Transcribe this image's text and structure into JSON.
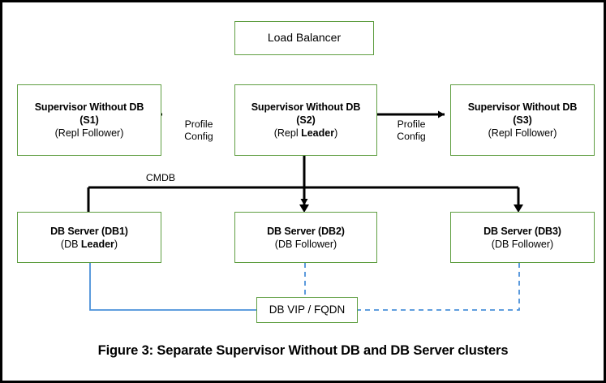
{
  "figure": {
    "caption": "Figure 3: Separate Supervisor Without DB and DB Server clusters",
    "border_color": "#000000",
    "box_border_color": "#5f9e41",
    "solid_link_color": "#000000",
    "blue_link_color": "#4a90d9",
    "background": "#ffffff"
  },
  "nodes": {
    "load_balancer": {
      "label": "Load Balancer"
    },
    "s1": {
      "title": "Supervisor Without DB",
      "id": "(S1)",
      "role_prefix": "(Repl ",
      "role_bold": "Follower",
      "role_suffix": ")",
      "role_full": "(Repl Follower)"
    },
    "s2": {
      "title": "Supervisor Without DB",
      "id": "(S2)",
      "role_prefix": "(Repl ",
      "role_bold": "Leader",
      "role_suffix": ")",
      "role_full": "(Repl Leader)"
    },
    "s3": {
      "title": "Supervisor Without DB",
      "id": "(S3)",
      "role_prefix": "(Repl ",
      "role_bold": "Follower",
      "role_suffix": ")",
      "role_full": "(Repl Follower)"
    },
    "db1": {
      "title": "DB Server (DB1)",
      "role_prefix": "(DB ",
      "role_bold": "Leader",
      "role_suffix": ")",
      "role_full": "(DB Leader)"
    },
    "db2": {
      "title": "DB Server (DB2)",
      "role_prefix": "(DB ",
      "role_bold": "Follower",
      "role_suffix": ")",
      "role_full": "(DB Follower)"
    },
    "db3": {
      "title": "DB Server (DB3)",
      "role_prefix": "(DB ",
      "role_bold": "Follower",
      "role_suffix": ")",
      "role_full": "(DB Follower)"
    },
    "db_vip": {
      "label": "DB VIP / FQDN"
    }
  },
  "edges": {
    "s2_to_s1": {
      "label": "Profile\nConfig",
      "direction": "left",
      "style": "solid-black"
    },
    "s2_to_s3": {
      "label": "Profile\nConfig",
      "direction": "right",
      "style": "solid-black"
    },
    "cmdb_bus": {
      "label": "CMDB",
      "style": "solid-black"
    },
    "db1_to_vip": {
      "label": "",
      "style": "solid-blue"
    },
    "db2_to_vip": {
      "label": "",
      "style": "dashed-blue"
    },
    "db3_to_vip": {
      "label": "",
      "style": "dashed-blue"
    }
  }
}
